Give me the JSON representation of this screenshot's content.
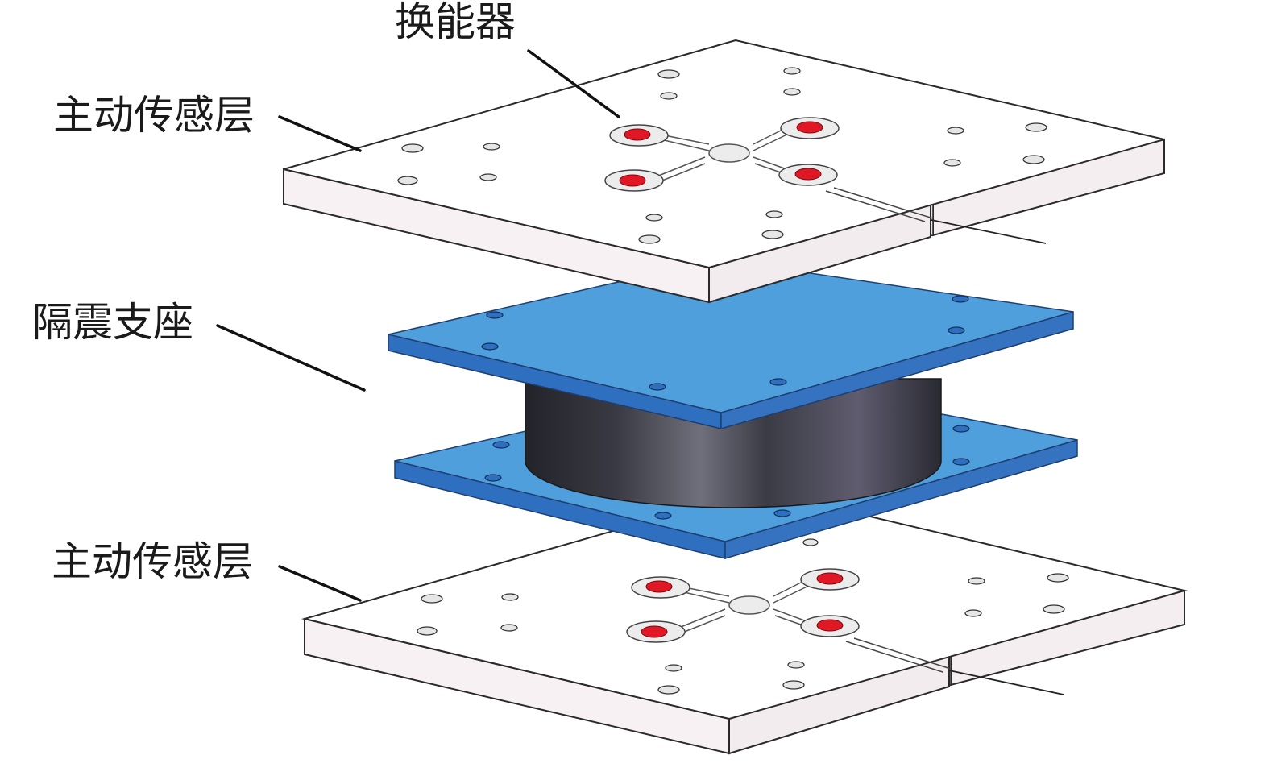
{
  "labels": {
    "transducer": "换能器",
    "top_sensing_layer": "主动传感层",
    "isolation_bearing": "隔震支座",
    "bottom_sensing_layer": "主动传感层"
  },
  "colors": {
    "plate_top": "#ffffff",
    "plate_side_front": "#f7f1f3",
    "plate_side_right": "#f5eef0",
    "plate_edge": "#2a2a2a",
    "steel_top": "#4f9fdc",
    "steel_side": "#2f6fc0",
    "rubber_dark": "#2b2b33",
    "rubber_light": "#6b6a78",
    "transducer_red": "#e01826",
    "leader_line": "#111111"
  },
  "icons": [
    "transducer-disc",
    "bolt-hole"
  ]
}
